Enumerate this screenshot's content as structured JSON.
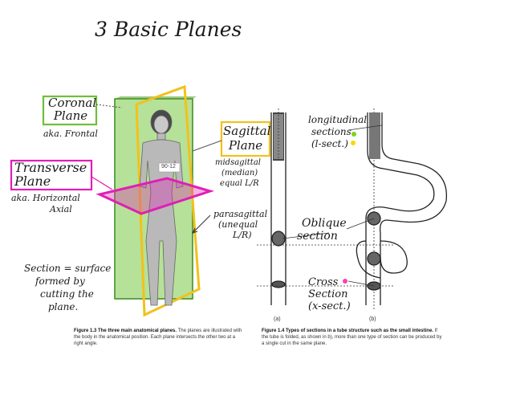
{
  "title": "3 Basic Planes",
  "left_figure": {
    "coronal_label": [
      "Coronal",
      "Plane"
    ],
    "coronal_aka": "aka. Frontal",
    "transverse_label": [
      "Transverse",
      "Plane"
    ],
    "transverse_aka": [
      "aka. Horizontal",
      "Axial"
    ],
    "sagittal_label": [
      "Sagittal",
      "Plane"
    ],
    "midsagittal_note": [
      "midsagittal",
      "(median)",
      "equal L/R"
    ],
    "parasagittal_note": [
      "parasagittal",
      "(unequal",
      "L/R)"
    ],
    "section_note": [
      "Section = surface",
      "formed by",
      "cutting the",
      "plane."
    ],
    "tag": "90-12",
    "caption_bold": "Figure 1.3   The three main anatomical planes.",
    "caption_text": "The planes are illustrated with the body in the anatomical position. Each plane intersects the other two at a right angle."
  },
  "right_figure": {
    "longitudinal_note": [
      "longitudinal",
      "sections",
      "(l-sect.)"
    ],
    "oblique_note": [
      "Oblique",
      "section"
    ],
    "cross_note": [
      "Cross",
      "Section",
      "(x-sect.)"
    ],
    "panel_a": "(a)",
    "panel_b": "(b)",
    "caption_bold": "Figure 1.4   Types of sections in a tube structure such as the small intestine.",
    "caption_text": "If the tube is folded, as shown in b), more than one type of section can be produced by a single cut in the same plane."
  },
  "colors": {
    "coronal": "#6fbf3a",
    "transverse": "#e01fb5",
    "sagittal": "#f2c11a",
    "dot_green": "#7ed321",
    "dot_yellow": "#f5d800",
    "dot_pink": "#ff3fb0"
  }
}
